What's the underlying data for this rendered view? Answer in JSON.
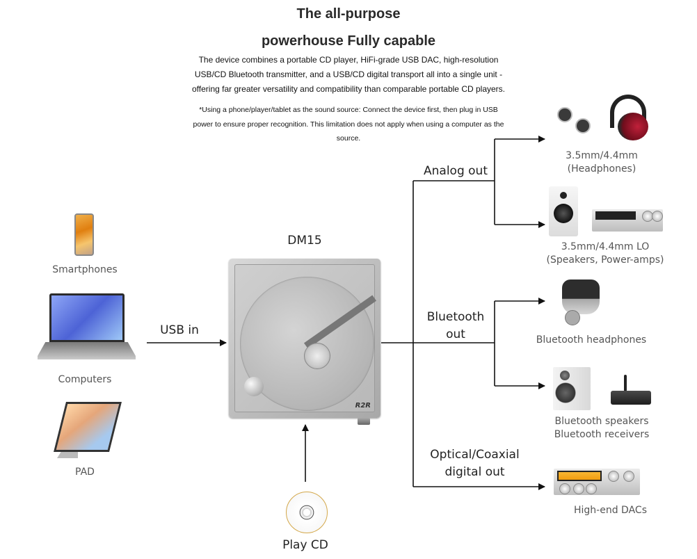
{
  "header": {
    "title_line1": "The all-purpose",
    "title_line2": "powerhouse Fully capable",
    "description_lines": [
      "The device combines a portable CD player, HiFi-grade USB DAC, high-resolution",
      "USB/CD Bluetooth transmitter, and a USB/CD digital transport all into a single unit -",
      "offering far greater versatility and compatibility than comparable portable CD players."
    ],
    "note_lines": [
      "*Using a phone/player/tablet as the sound source: Connect the device first, then plug in USB",
      "power to ensure proper recognition. This limitation does not apply when using a computer as the",
      "source."
    ]
  },
  "sources": {
    "items": [
      {
        "label": "Smartphones",
        "icon": "smartphone-icon"
      },
      {
        "label": "Computers",
        "icon": "laptop-icon"
      },
      {
        "label": "PAD",
        "icon": "tablet-icon"
      }
    ],
    "connection_label": "USB in"
  },
  "device": {
    "name": "DM15",
    "logo_text": "R2R",
    "cd_input_label": "Play CD"
  },
  "outputs": {
    "analog": {
      "label": "Analog out",
      "targets": [
        {
          "label_line1": "3.5mm/4.4mm",
          "label_line2": "(Headphones)"
        },
        {
          "label_line1": "3.5mm/4.4mm LO",
          "label_line2": "(Speakers, Power-amps)"
        }
      ]
    },
    "bluetooth": {
      "label_line1": "Bluetooth",
      "label_line2": "out",
      "targets": [
        {
          "label_line1": "Bluetooth headphones"
        },
        {
          "label_line1": "Bluetooth speakers",
          "label_line2": "Bluetooth receivers"
        }
      ]
    },
    "digital": {
      "label_line1": "Optical/Coaxial",
      "label_line2": "digital out",
      "targets": [
        {
          "label_line1": "High-end DACs"
        }
      ]
    }
  },
  "colors": {
    "line": "#111111",
    "label_gray": "#555555",
    "device_silver": "#c2c2c2"
  }
}
